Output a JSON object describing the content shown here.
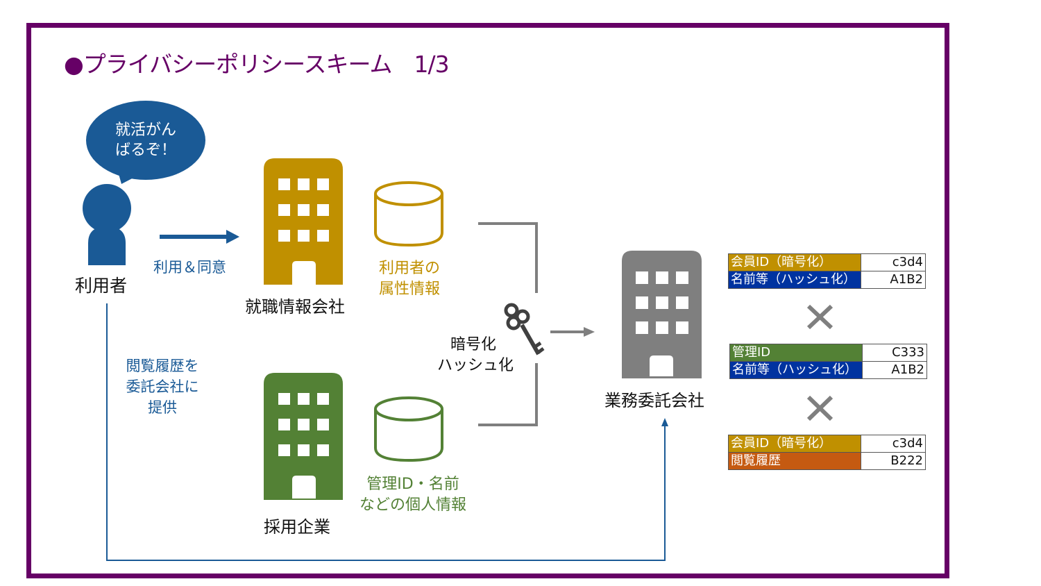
{
  "title": "●プライバシーポリシースキーム　1/3",
  "colors": {
    "frame": "#660066",
    "user_blue": "#1a5a96",
    "job_site_gold": "#c09000",
    "employer_green": "#538135",
    "contractor_gray": "#7f7f7f",
    "member_id_bg": "#c09000",
    "name_hash_bg": "#0033a0",
    "admin_id_bg": "#538135",
    "history_bg": "#c55a11"
  },
  "user": {
    "speech": [
      "就活がん",
      "ばるぞ！"
    ],
    "label": "利用者",
    "consent_label": "利用＆同意",
    "history_label": [
      "閲覧履歴を",
      "委託会社に",
      "提供"
    ]
  },
  "job_site": {
    "label": "就職情報会社",
    "db_label": [
      "利用者の",
      "属性情報"
    ]
  },
  "employer": {
    "label": "採用企業",
    "db_label": [
      "管理ID・名前",
      "などの個人情報"
    ]
  },
  "process": {
    "label": [
      "暗号化",
      "ハッシュ化"
    ]
  },
  "contractor": {
    "label": "業務委託会社"
  },
  "tables": [
    {
      "rows": [
        {
          "key": "会員ID（暗号化）",
          "value": "c3d4",
          "color": "#c09000"
        },
        {
          "key": "名前等（ハッシュ化）",
          "value": "A1B2",
          "color": "#0033a0"
        }
      ]
    },
    {
      "rows": [
        {
          "key": "管理ID",
          "value": "C333",
          "color": "#538135"
        },
        {
          "key": "名前等（ハッシュ化）",
          "value": "A1B2",
          "color": "#0033a0"
        }
      ]
    },
    {
      "rows": [
        {
          "key": "会員ID（暗号化）",
          "value": "c3d4",
          "color": "#c09000"
        },
        {
          "key": "閲覧履歴",
          "value": "B222",
          "color": "#c55a11"
        }
      ]
    }
  ],
  "join_symbol": "×"
}
